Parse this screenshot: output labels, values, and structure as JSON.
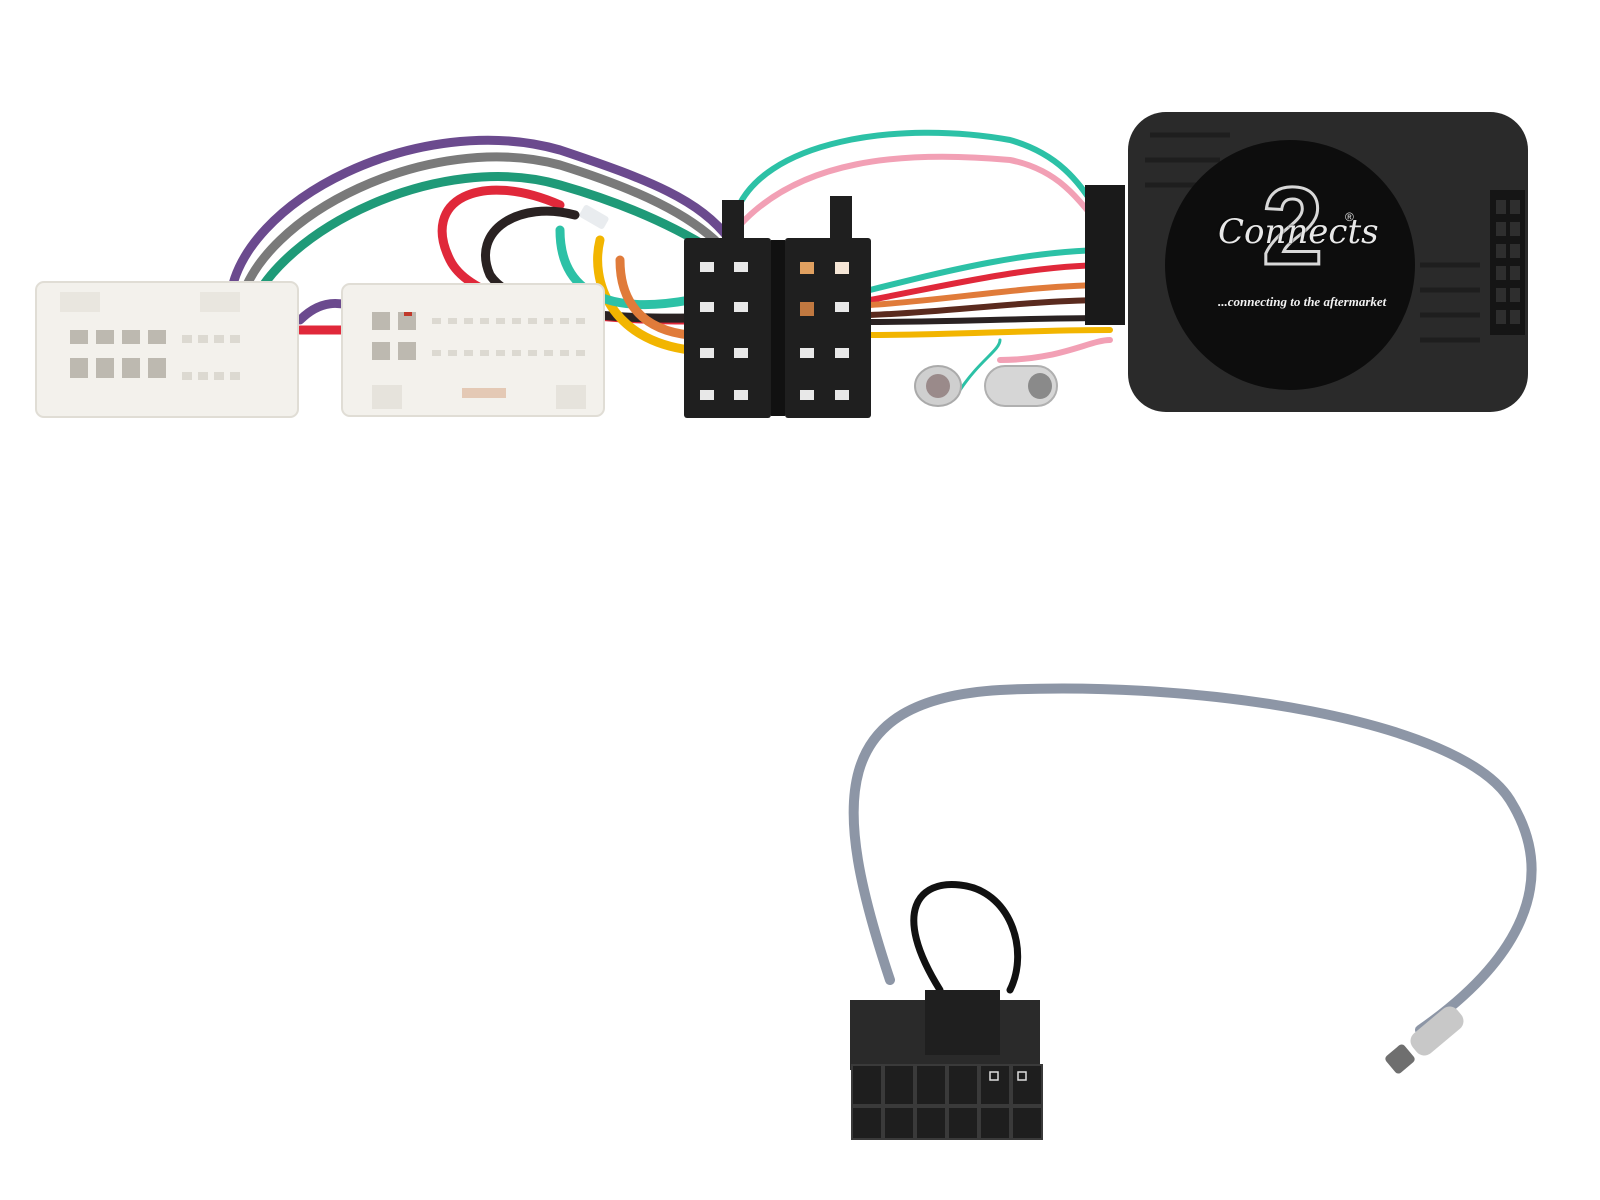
{
  "product": {
    "type": "steering wheel control interface harness",
    "brand_logo": {
      "brand_text": "Connects",
      "numeral": "2",
      "registered_mark": "®",
      "tagline": "...connecting to the aftermarket"
    },
    "components": [
      {
        "name": "white-vehicle-connector-left",
        "color": "#f3f1ec"
      },
      {
        "name": "white-vehicle-connector-right",
        "color": "#f3f1ec"
      },
      {
        "name": "iso-connector-pair",
        "color": "#1f1f1f"
      },
      {
        "name": "antenna-adapters",
        "color": "#c8c8c8"
      },
      {
        "name": "interface-module-box",
        "color": "#2a2a2a"
      },
      {
        "name": "patch-lead-molex-connector",
        "color": "#262626"
      },
      {
        "name": "patch-lead-grey-cable",
        "color": "#8d96a6"
      },
      {
        "name": "patch-lead-jack-plug",
        "color": "#bdbdbd"
      }
    ],
    "wire_colors": {
      "purple": "#6b4a8e",
      "grey": "#7a7a7a",
      "green": "#1f9a78",
      "teal": "#2cc1a6",
      "red": "#e0283a",
      "black": "#2a2222",
      "brown": "#5a2a1e",
      "orange": "#e07b3a",
      "yellow": "#f2b500",
      "pink": "#f2a0b5"
    }
  }
}
